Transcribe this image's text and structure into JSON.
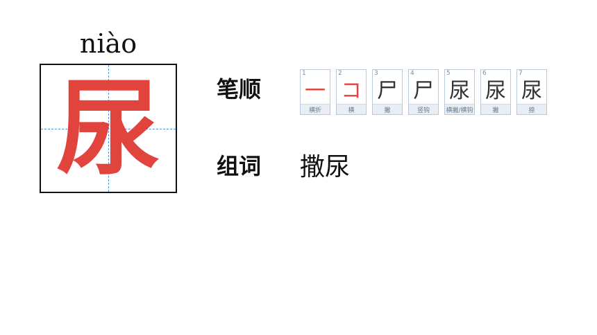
{
  "character": {
    "pinyin": "niào",
    "glyph": "尿",
    "color": "#e0443c"
  },
  "labels": {
    "stroke_order": "笔顺",
    "word_group": "组词"
  },
  "strokes": [
    {
      "num": "1",
      "glyph": "一",
      "name": "横折"
    },
    {
      "num": "2",
      "glyph": "コ",
      "name": "横"
    },
    {
      "num": "3",
      "glyph": "尸",
      "name": "撇"
    },
    {
      "num": "4",
      "glyph": "尸",
      "name": "竖钩"
    },
    {
      "num": "5",
      "glyph": "尿",
      "name": "横撇/横钩"
    },
    {
      "num": "6",
      "glyph": "尿",
      "name": "撇"
    },
    {
      "num": "7",
      "glyph": "尿",
      "name": "捺"
    }
  ],
  "words": "撒尿"
}
